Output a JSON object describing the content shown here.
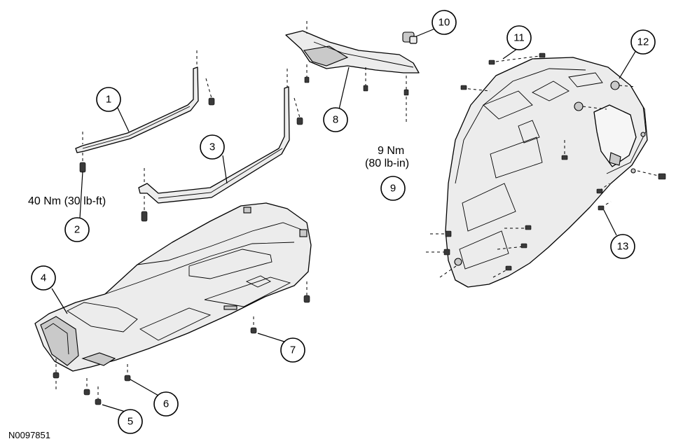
{
  "figure_id": "N0097851",
  "torque_specs": {
    "item2": "40 Nm (30 lb-ft)",
    "item9_line1": "9 Nm",
    "item9_line2": "(80 lb-in)"
  },
  "callouts": [
    "1",
    "2",
    "3",
    "4",
    "5",
    "6",
    "7",
    "8",
    "9",
    "10",
    "11",
    "12",
    "13"
  ]
}
